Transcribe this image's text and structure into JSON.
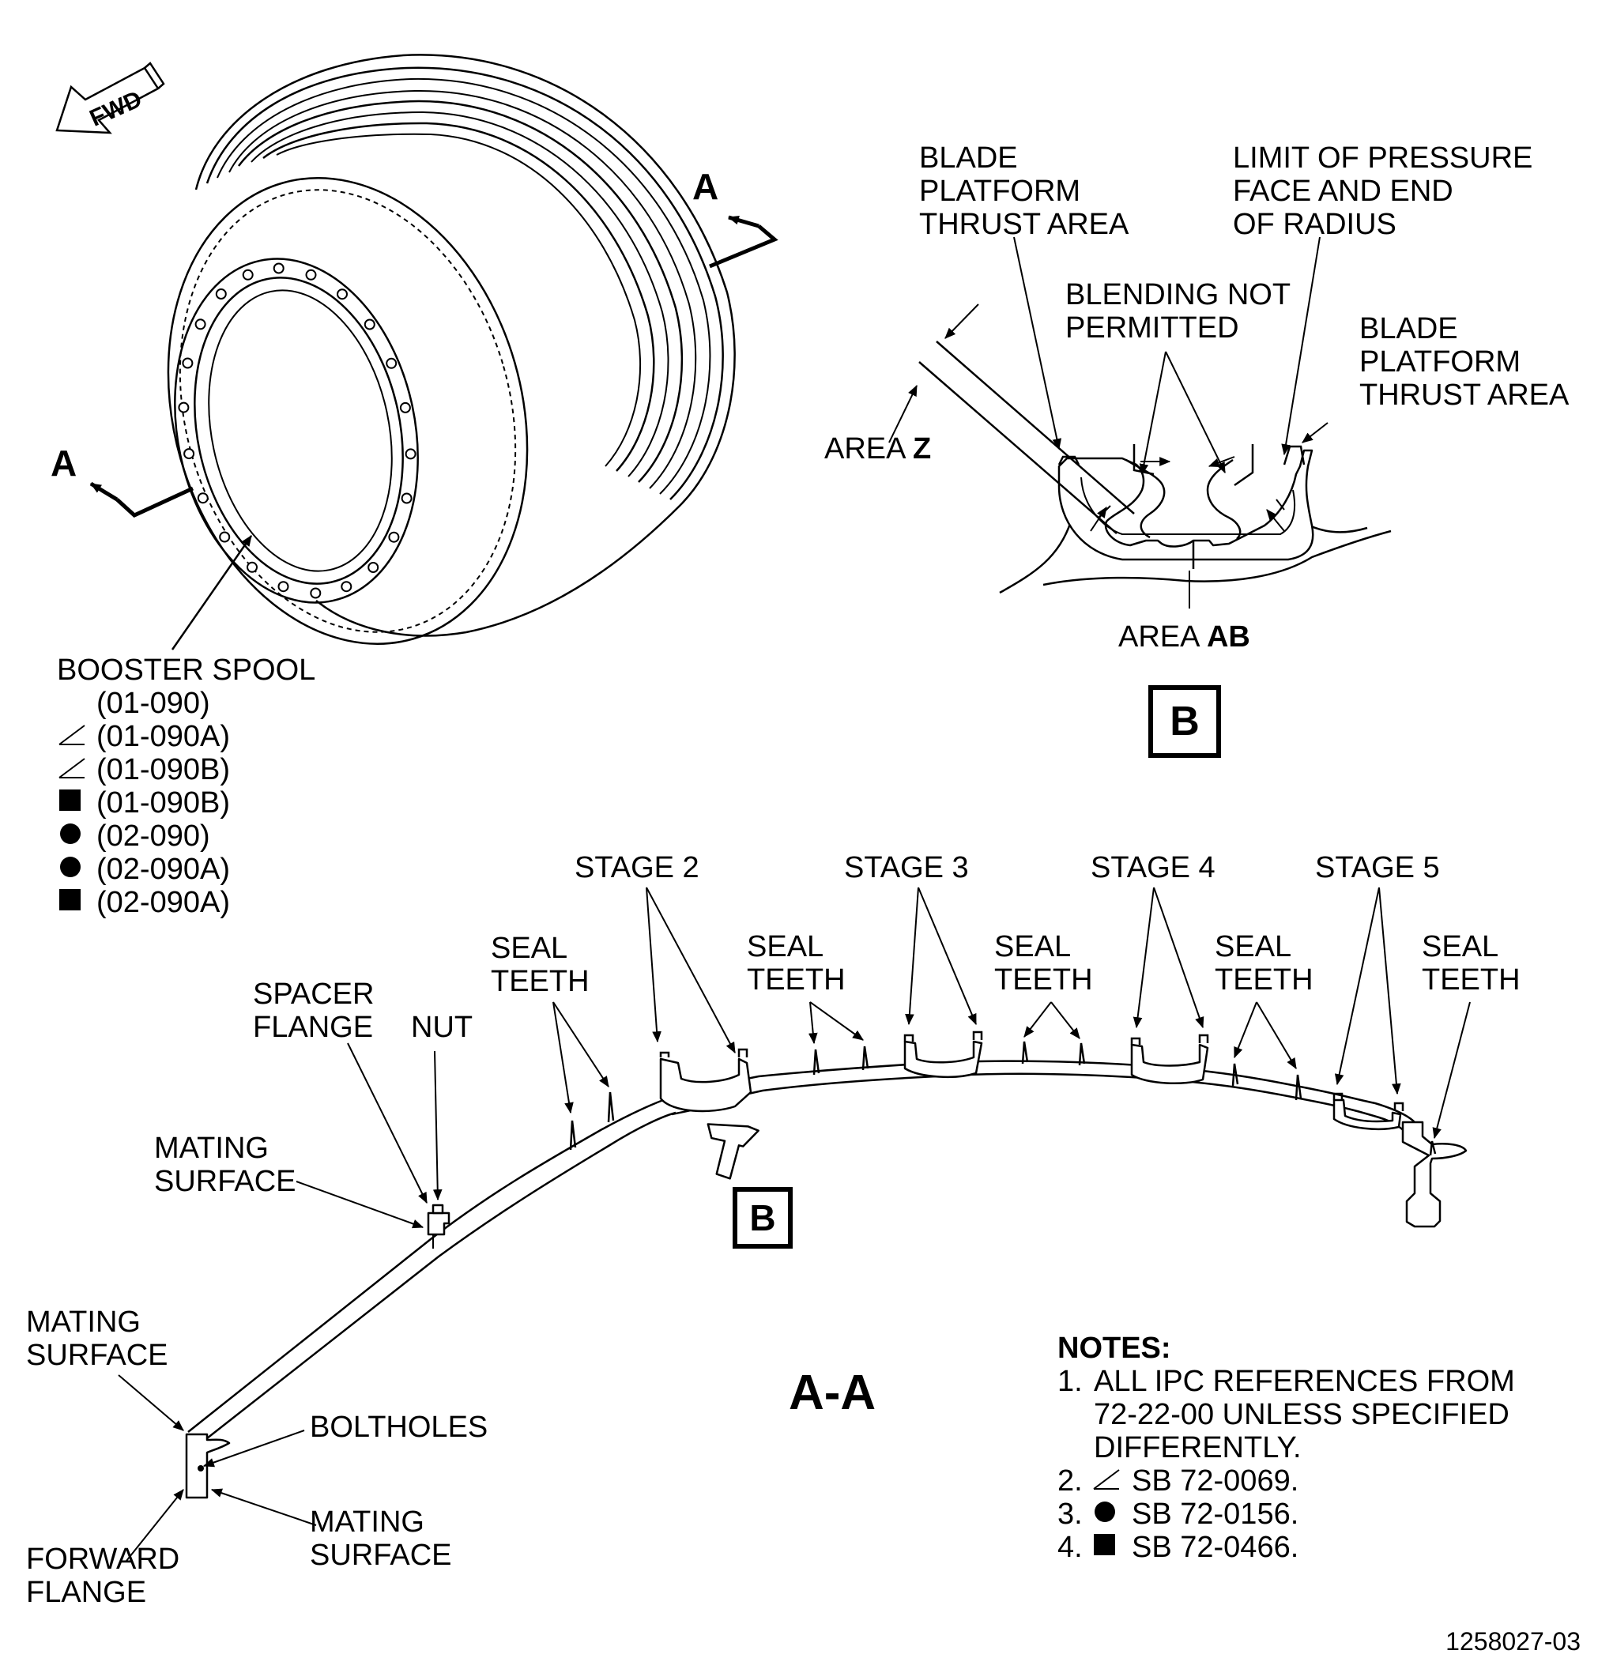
{
  "fwd_arrow": "FWD",
  "section_marks": {
    "upper_right": "A",
    "left": "A"
  },
  "booster_spool": {
    "label": "BOOSTER SPOOL",
    "refs": [
      {
        "marker": "none",
        "ipc": "(01-090)"
      },
      {
        "marker": "sb-0069-triangle-icon",
        "ipc": "(01-090A)"
      },
      {
        "marker": "sb-0069-triangle-icon",
        "ipc": "(01-090B)"
      },
      {
        "marker": "sb-0466-square-icon",
        "ipc": "(01-090B)"
      },
      {
        "marker": "sb-0156-circle-icon",
        "ipc": "(02-090)"
      },
      {
        "marker": "sb-0156-circle-icon",
        "ipc": "(02-090A)"
      },
      {
        "marker": "sb-0466-square-icon",
        "ipc": "(02-090A)"
      }
    ]
  },
  "detail_b": {
    "blade_platform_left": [
      "BLADE",
      "PLATFORM",
      "THRUST AREA"
    ],
    "limit_label": [
      "LIMIT OF PRESSURE",
      "FACE AND END",
      "OF RADIUS"
    ],
    "blending_label": [
      "BLENDING NOT",
      "PERMITTED"
    ],
    "blade_platform_right": [
      "BLADE",
      "PLATFORM",
      "THRUST AREA"
    ],
    "area_z": {
      "prefix": "AREA ",
      "code": "Z"
    },
    "area_ab": {
      "prefix": "AREA ",
      "code": "AB"
    },
    "view_tag": "B"
  },
  "section_aa": {
    "title": "A-A",
    "stage_labels": [
      "STAGE 2",
      "STAGE 3",
      "STAGE 4",
      "STAGE 5"
    ],
    "seal_teeth": [
      "SEAL",
      "TEETH"
    ],
    "spacer_flange": [
      "SPACER",
      "FLANGE"
    ],
    "nut": "NUT",
    "mating_surface": [
      "MATING",
      "SURFACE"
    ],
    "boltholes": "BOLTHOLES",
    "forward_flange": [
      "FORWARD",
      "FLANGE"
    ],
    "detail_ref": "B"
  },
  "notes": {
    "title": "NOTES:",
    "items": [
      {
        "num": "1.",
        "marker": "none",
        "lines": [
          "ALL IPC REFERENCES FROM",
          "72-22-00 UNLESS SPECIFIED",
          "DIFFERENTLY."
        ]
      },
      {
        "num": "2.",
        "marker": "sb-0069-triangle-icon",
        "lines": [
          "SB 72-0069."
        ]
      },
      {
        "num": "3.",
        "marker": "sb-0156-circle-icon",
        "lines": [
          "SB 72-0156."
        ]
      },
      {
        "num": "4.",
        "marker": "sb-0466-square-icon",
        "lines": [
          "SB 72-0466."
        ]
      }
    ]
  },
  "figure_id": "1258027-03"
}
